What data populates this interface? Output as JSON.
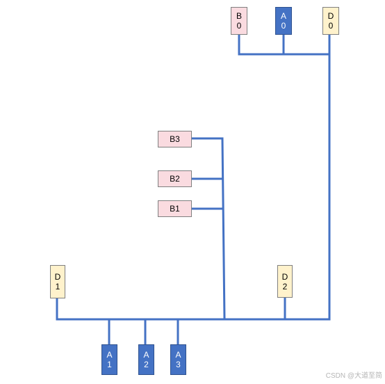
{
  "colors": {
    "wire": "#4472c4",
    "pink_node": "#fadbe0",
    "blue_node": "#4472c4",
    "yellow_node": "#fff2cc"
  },
  "nodes": {
    "B0": {
      "line1": "B",
      "line2": "0"
    },
    "A0": {
      "line1": "A",
      "line2": "0"
    },
    "D0": {
      "line1": "D",
      "line2": "0"
    },
    "B3": {
      "label": "B3"
    },
    "B2": {
      "label": "B2"
    },
    "B1": {
      "label": "B1"
    },
    "D1": {
      "line1": "D",
      "line2": "1"
    },
    "D2": {
      "line1": "D",
      "line2": "2"
    },
    "A1": {
      "line1": "A",
      "line2": "1"
    },
    "A2": {
      "line1": "A",
      "line2": "2"
    },
    "A3": {
      "line1": "A",
      "line2": "3"
    }
  },
  "watermark": "CSDN @大道至简"
}
